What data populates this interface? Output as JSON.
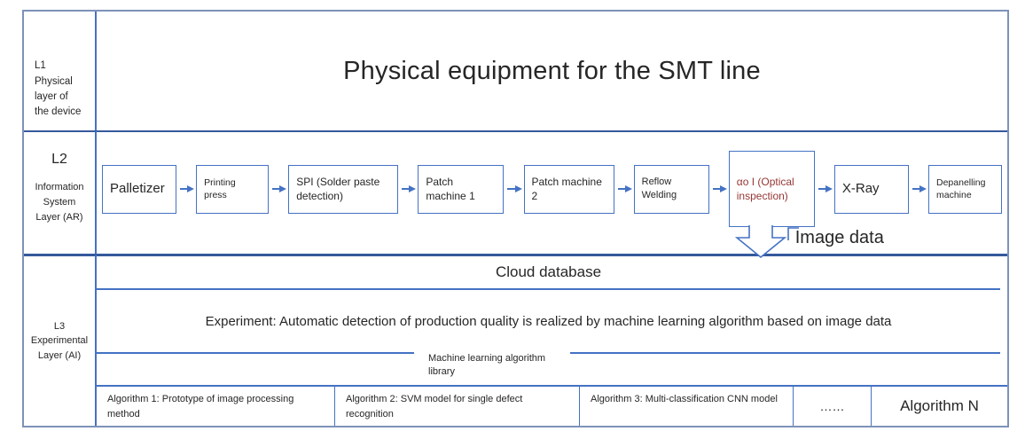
{
  "colors": {
    "border": "#4472C4",
    "separator": "#35599c",
    "outer": "#7d92b8",
    "aoi_text": "#953735",
    "text": "#262626"
  },
  "l1": {
    "label": "L1\nPhysical\nlayer of\nthe device",
    "title": "Physical equipment for the SMT line"
  },
  "l2": {
    "code": "L2",
    "label": "Information\nSystem\nLayer (AR)",
    "boxes": [
      {
        "name": "palletizer",
        "label": "Palletizer"
      },
      {
        "name": "printing-press",
        "label": "Printing press"
      },
      {
        "name": "spi",
        "label": "SPI (Solder paste detection)"
      },
      {
        "name": "patch-machine-1",
        "label": "Patch machine 1"
      },
      {
        "name": "patch-machine-2",
        "label": "Patch machine 2"
      },
      {
        "name": "reflow-welding",
        "label": "Reflow Welding"
      },
      {
        "name": "aoi",
        "label": "αo I (Optical inspection)"
      },
      {
        "name": "x-ray",
        "label": "X-Ray"
      },
      {
        "name": "depanelling",
        "label": "Depanelling machine"
      }
    ],
    "image_data_label": "Image data"
  },
  "l3": {
    "label": "L3\nExperimental\nLayer (AI)",
    "cloud_title": "Cloud database",
    "experiment_text": "Experiment: Automatic detection of production quality is realized by machine learning algorithm based on image data",
    "ml_library_label": "Machine learning algorithm\nlibrary",
    "algorithms": [
      {
        "label": "Algorithm 1: Prototype of image processing method"
      },
      {
        "label": "Algorithm 2: SVM model for single defect recognition"
      },
      {
        "label": "Algorithm 3: Multi-classification CNN model"
      },
      {
        "label": "……"
      },
      {
        "label": "Algorithm N"
      }
    ]
  }
}
